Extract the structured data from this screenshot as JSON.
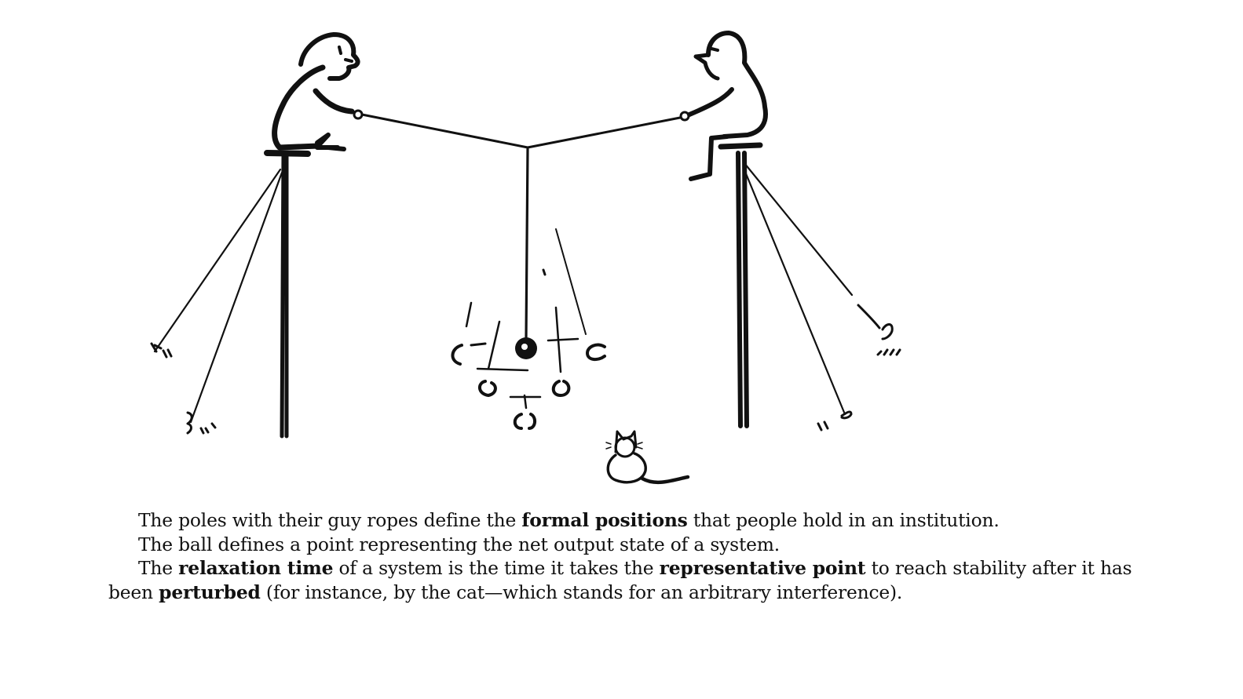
{
  "caption": {
    "p1": {
      "t1": "The poles with their guy ropes define the ",
      "b1": "formal positions",
      "t2": " that people hold in an institution."
    },
    "p2": {
      "t1": "The ball defines a point representing the net output state of a system."
    },
    "p3": {
      "t1": "The ",
      "b1": "relaxation time",
      "t2": " of a system is the time it takes the ",
      "b2": "representative point",
      "t3": " to reach stability after it has been ",
      "b3": "perturbed",
      "t4": " (for instance, by the cat—which stands for an arbitrary interference)."
    }
  },
  "illustration": {
    "ink_color": "#111111",
    "paper_color": "#ffffff"
  }
}
